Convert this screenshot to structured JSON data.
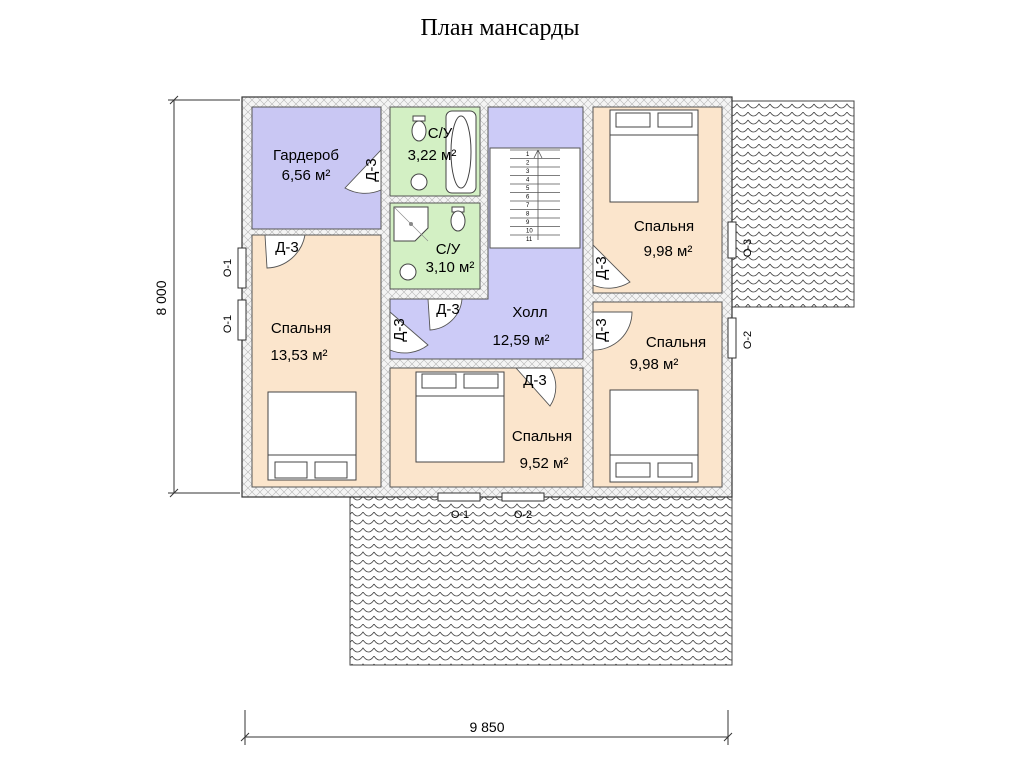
{
  "title": "План  мансарды",
  "dimensions": {
    "height": "8 000",
    "width": "9 850"
  },
  "colors": {
    "bedroom": "#fbe5cc",
    "wardrobe": "#c9c7f3",
    "hall": "#cccbf7",
    "bathroom": "#d3f0c4",
    "wall_hatch": "#f1f1f1",
    "roof": "#ffffff"
  },
  "rooms": {
    "wardrobe": {
      "name": "Гардероб",
      "area": "6,56 м²"
    },
    "bath1": {
      "name": "С/У",
      "area": "3,22 м²"
    },
    "bath2": {
      "name": "С/У",
      "area": "3,10 м²"
    },
    "bed_left": {
      "name": "Спальня",
      "area": "13,53 м²"
    },
    "hall": {
      "name": "Холл",
      "area": "12,59 м²"
    },
    "bed_bottom": {
      "name": "Спальня",
      "area": "9,52 м²"
    },
    "bed_tr": {
      "name": "Спальня",
      "area": "9,98 м²"
    },
    "bed_br": {
      "name": "Спальня",
      "area": "9,98 м²"
    }
  },
  "doors": {
    "d1": "Д-3",
    "d2": "Д-3",
    "d3": "Д-3",
    "d4": "Д-3",
    "d5": "Д-3",
    "d6": "Д-3",
    "d7": "Д-3",
    "d8": "Д-3"
  },
  "windows": {
    "w_left1": "О-1",
    "w_left2": "О-1",
    "w_bottom1": "О-1",
    "w_bottom2": "О-2",
    "w_right1": "О-3",
    "w_right2": "О-2"
  },
  "stair_numbers": [
    "1",
    "2",
    "3",
    "4",
    "5",
    "6",
    "7",
    "8",
    "9",
    "10",
    "11"
  ]
}
